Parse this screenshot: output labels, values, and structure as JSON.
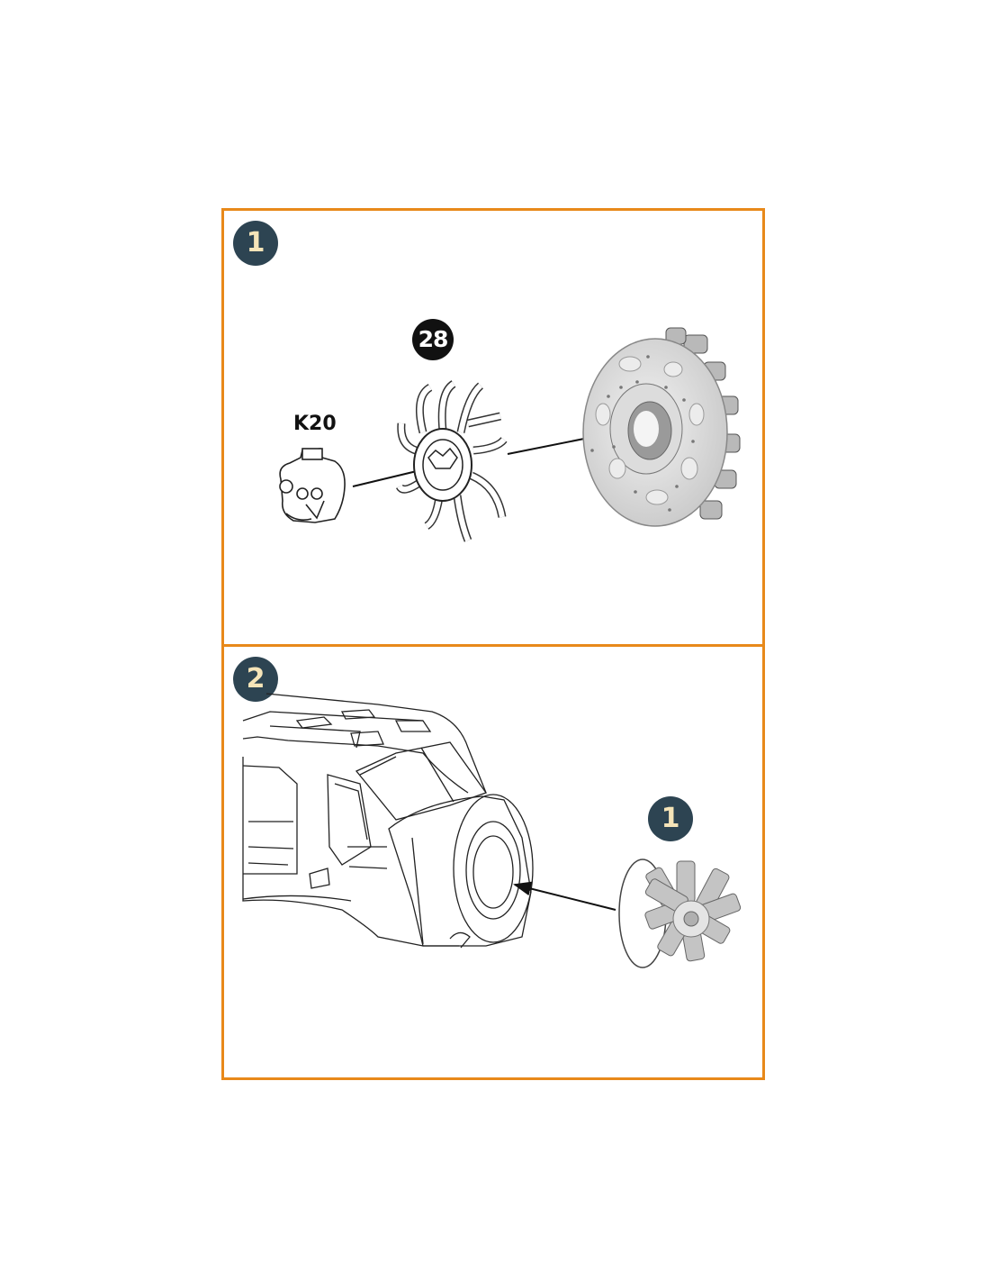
{
  "steps": [
    {
      "number": "1",
      "parts": {
        "code_label": "K20",
        "part_number": "28"
      }
    },
    {
      "number": "2",
      "subassembly_ref": "1"
    }
  ],
  "colors": {
    "frame": "#e8891a",
    "badge_bg": "#2d4452",
    "badge_text": "#f5e4b8",
    "part_badge_bg": "#111111"
  }
}
